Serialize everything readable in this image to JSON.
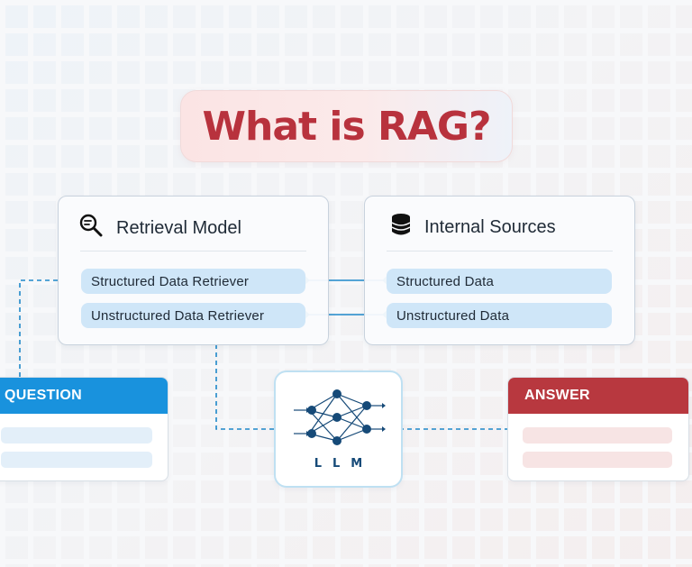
{
  "title": "What is RAG?",
  "retrieval_card": {
    "heading": "Retrieval Model",
    "icon": "search-icon",
    "items": [
      {
        "label": "Structured Data Retriever"
      },
      {
        "label": "Unstructured Data Retriever"
      }
    ]
  },
  "sources_card": {
    "heading": "Internal Sources",
    "icon": "database-icon",
    "items": [
      {
        "label": "Structured Data"
      },
      {
        "label": "Unstructured Data"
      }
    ]
  },
  "question_card": {
    "heading": "QUESTION",
    "header_color": "#1992dd",
    "line_color": "#e3eff9"
  },
  "answer_card": {
    "heading": "ANSWER",
    "header_color": "#b8383f",
    "line_color": "#f7e4e4"
  },
  "llm": {
    "label": "LLM",
    "icon": "neural-network-icon"
  },
  "colors": {
    "title": "#b8323d",
    "connector": "#1e88c9",
    "pill": "#cfe6f8",
    "llm": "#164a78"
  }
}
